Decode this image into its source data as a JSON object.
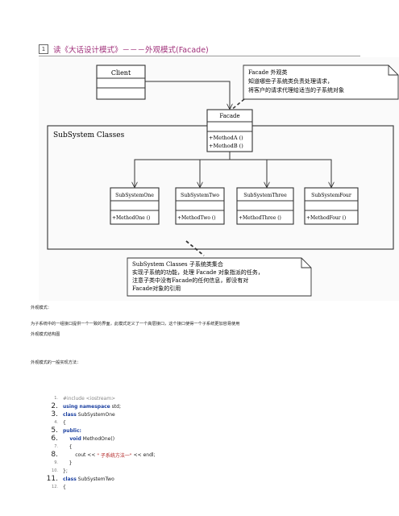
{
  "header": {
    "page_badge": "1",
    "title": "读《大话设计模式》－－－外观模式(Facade)"
  },
  "diagram": {
    "client": "Client",
    "facade": "Facade",
    "facade_methods": [
      "+MethodA ()",
      "+MethodB ()"
    ],
    "note_facade": {
      "line1": "Facade 外观类",
      "line2": "知道哪些子系统类负责处理请求，",
      "line3": "将客户的请求代理给适当的子系统对象"
    },
    "subsystem_label": "SubSystem Classes",
    "subsystems": [
      {
        "name": "SubSystemOne",
        "method": "+MethodOne ()"
      },
      {
        "name": "SubSystemTwo",
        "method": "+MethodTwo ()"
      },
      {
        "name": "SubSystemThree",
        "method": "+MethodThree ()"
      },
      {
        "name": "SubSystemFour",
        "method": "+MethodFour ()"
      }
    ],
    "note_sub": {
      "line1": "SubSystem Classes   子系统类集合",
      "line2": "实现子系统的功能，处理 Facade 对象指派的任务，",
      "line3": "注意子类中没有Facade的任何信息，即没有对",
      "line4": "Facade对象的引用"
    }
  },
  "sections": {
    "pattern_label": "外观模式：",
    "definition": "为子系统中的一组接口提供一个一致的界面，此模式定义了一个高层接口，这个接口使得一个子系统更加容易使用",
    "structure_label": "外观模式结构图",
    "impl_label": "外观模式的一般实现方法："
  },
  "code": {
    "lines": [
      {
        "n": "1.",
        "t": "#include <iostream>"
      },
      {
        "n": "2.",
        "kw": "using namespace",
        "t": " std;"
      },
      {
        "n": "3.",
        "kw": "class",
        "t": " SubSystemOne"
      },
      {
        "n": "4.",
        "t": "{"
      },
      {
        "n": "5.",
        "kw": "public:",
        "t": ""
      },
      {
        "n": "6.",
        "kw": "    void",
        "t": " MethodOne()"
      },
      {
        "n": "7.",
        "t": "    {"
      },
      {
        "n": "8.",
        "t1": "        cout << ",
        "s": "\" 子系统方法一\"",
        "t2": " << endl;"
      },
      {
        "n": "9.",
        "t": "    }"
      },
      {
        "n": "10.",
        "t": "};"
      },
      {
        "n": "11.",
        "kw": "class",
        "t": " SubSystemTwo"
      },
      {
        "n": "12.",
        "t": "{"
      }
    ]
  }
}
